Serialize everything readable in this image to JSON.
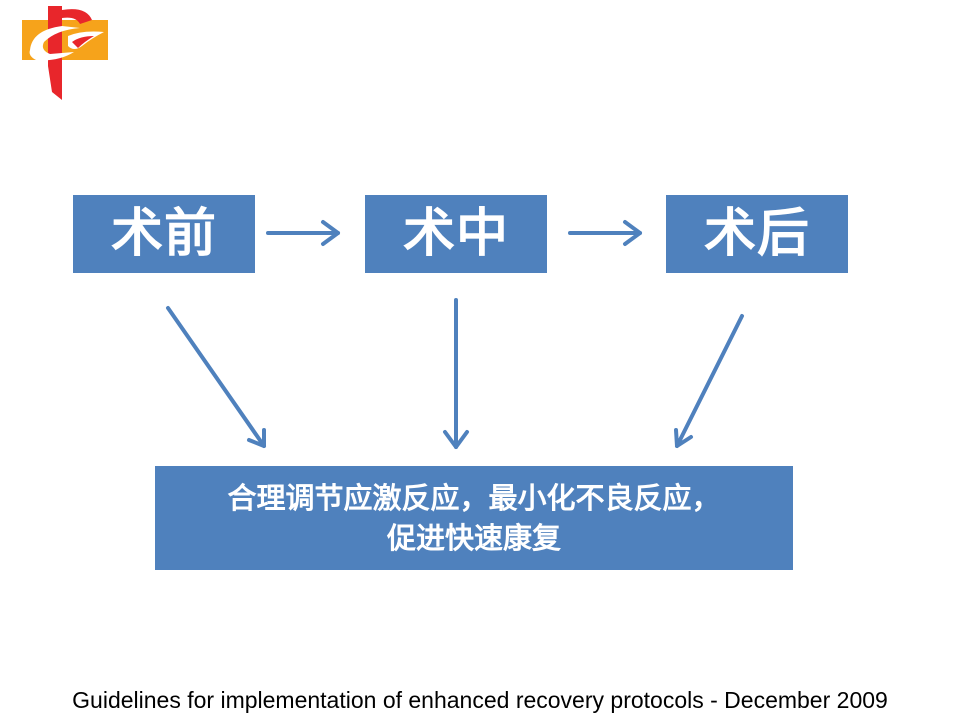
{
  "logo": {
    "name": "institution-logo",
    "colors": [
      "#e8262b",
      "#f6a31b"
    ]
  },
  "stages": [
    {
      "label": "术前"
    },
    {
      "label": "术中"
    },
    {
      "label": "术后"
    }
  ],
  "result": {
    "line1": "合理调节应激反应，最小化不良反应，",
    "line2": "促进快速康复"
  },
  "footer": "Guidelines for implementation of enhanced recovery protocols - December 2009",
  "colors": {
    "box_fill": "#4f81bd",
    "arrow": "#4f81bd",
    "text_on_box": "#ffffff"
  }
}
